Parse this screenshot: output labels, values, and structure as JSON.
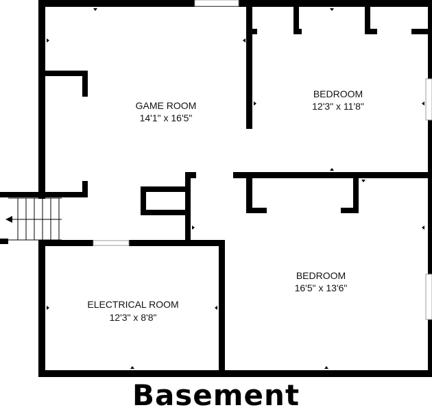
{
  "floor_title": "Basement",
  "rooms": [
    {
      "name": "GAME ROOM",
      "dims": "14'1\" x 16'5\""
    },
    {
      "name": "BEDROOM",
      "dims": "12'3\" x 11'8\""
    },
    {
      "name": "BEDROOM",
      "dims": "16'5\" x 13'6\""
    },
    {
      "name": "ELECTRICAL ROOM",
      "dims": "12'3\" x 8'8\""
    }
  ],
  "colors": {
    "wall": "#000000",
    "background": "#ffffff",
    "window": "#9a9a9a"
  }
}
